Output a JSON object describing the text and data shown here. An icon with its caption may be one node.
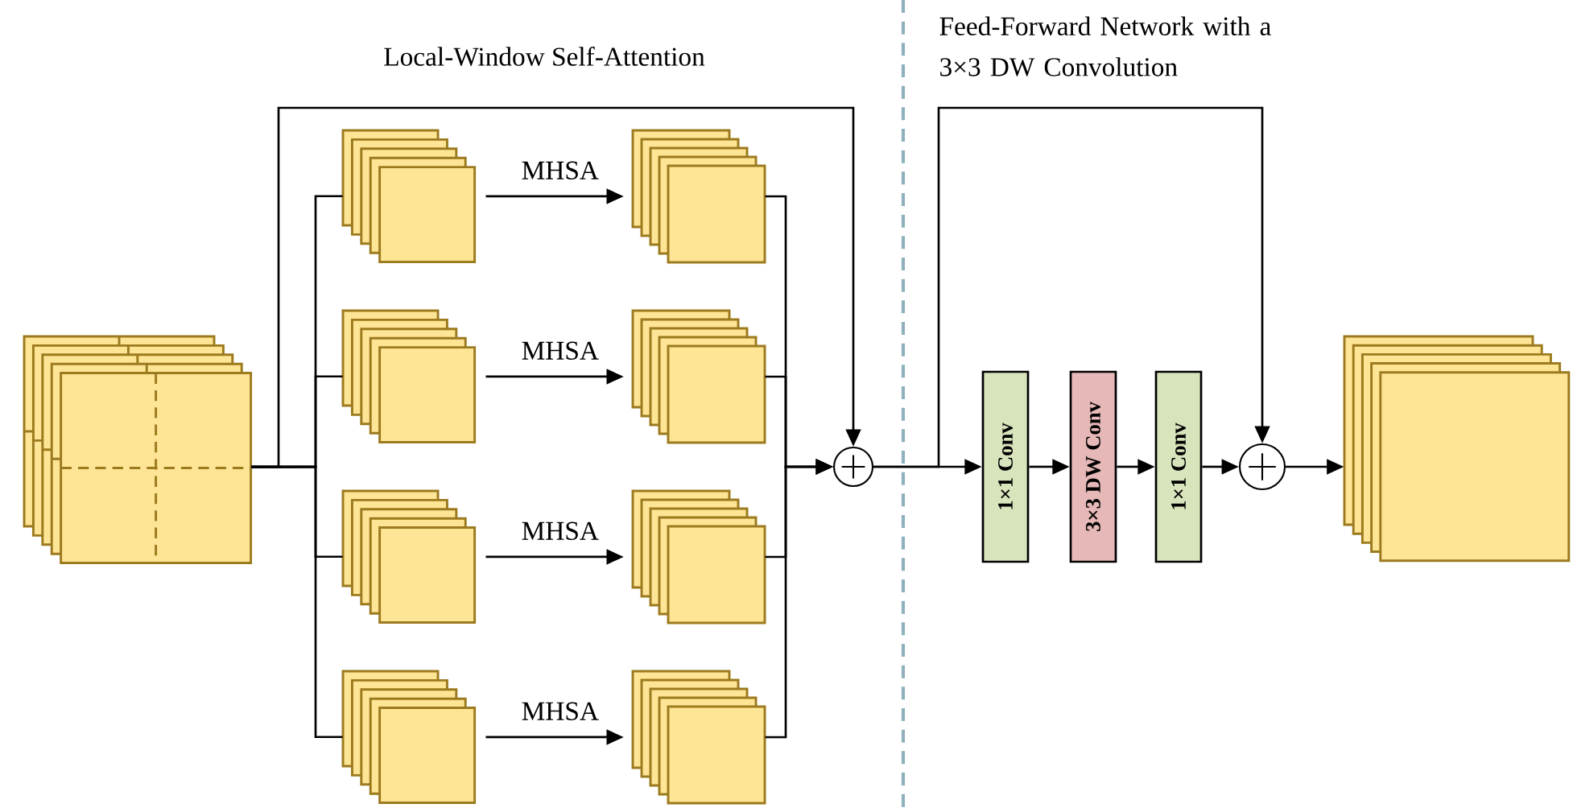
{
  "diagram": {
    "nodes": [
      {
        "text": [],
        "shape": "box"
      },
      {
        "text": [],
        "shape": "box"
      },
      {
        "text": [],
        "shape": "box"
      },
      {
        "text": [],
        "shape": "box"
      },
      {
        "text": [],
        "shape": "box"
      },
      {
        "text": [],
        "shape": "box"
      },
      {
        "text": [],
        "shape": "box"
      },
      {
        "text": [],
        "shape": "box"
      },
      {
        "text": [],
        "shape": "box"
      },
      {
        "text": [],
        "shape": "circle"
      },
      {
        "text": [
          "1×1 Conv"
        ]
      },
      {
        "text": [
          "3×3 DW Conv"
        ]
      },
      {
        "text": [
          "1×1 Conv"
        ]
      },
      {
        "text": [],
        "shape": "circle"
      },
      {
        "text": [],
        "shape": "box"
      }
    ],
    "edges": [
      {
        "from": 0,
        "to": 1,
        "arrow": "none"
      },
      {
        "from": 0,
        "to": 2,
        "arrow": "none"
      },
      {
        "from": 0,
        "to": 3,
        "arrow": "none"
      },
      {
        "from": 0,
        "to": 4,
        "arrow": "none"
      },
      {
        "from": 1,
        "to": 5,
        "arrow": "to",
        "label": "MHSA"
      },
      {
        "from": 2,
        "to": 6,
        "arrow": "to",
        "label": "MHSA"
      },
      {
        "from": 3,
        "to": 7,
        "arrow": "to",
        "label": "MHSA"
      },
      {
        "from": 4,
        "to": 8,
        "arrow": "to",
        "label": "MHSA"
      },
      {
        "from": 5,
        "to": 9,
        "arrow": "to"
      },
      {
        "from": 6,
        "to": 9,
        "arrow": "to"
      },
      {
        "from": 7,
        "to": 9,
        "arrow": "to"
      },
      {
        "from": 8,
        "to": 9,
        "arrow": "to"
      },
      {
        "from": 0,
        "to": 9,
        "arrow": "to"
      },
      {
        "from": 9,
        "to": 10,
        "arrow": "to"
      },
      {
        "from": 10,
        "to": 11,
        "arrow": "to"
      },
      {
        "from": 11,
        "to": 12,
        "arrow": "to"
      },
      {
        "from": 12,
        "to": 13,
        "arrow": "to"
      },
      {
        "from": 9,
        "to": 13,
        "arrow": "to"
      },
      {
        "from": 13,
        "to": 14,
        "arrow": "to"
      }
    ],
    "labels": [
      "Local-Window Self-Attention",
      "Feed-Forward Network with a 3×3 DW Convolution"
    ]
  }
}
